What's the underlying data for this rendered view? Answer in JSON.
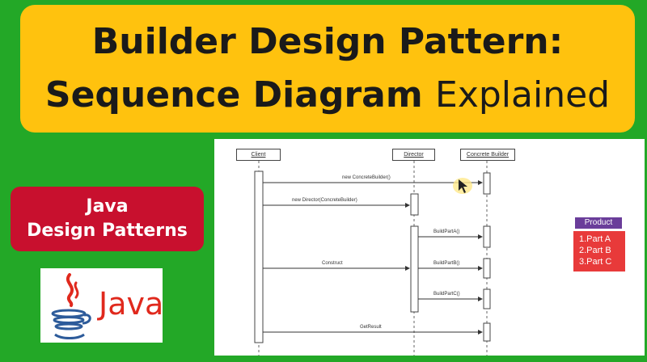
{
  "title": {
    "line1": "Builder Design Pattern:",
    "line2_bold": "Sequence Diagram",
    "line2_light": "Explained"
  },
  "series": {
    "line1": "Java",
    "line2": "Design Patterns"
  },
  "logo": {
    "text": "Java",
    "icon": "java-coffee-cup-icon"
  },
  "diagram": {
    "lifelines": [
      "Client",
      "Director",
      "Concrete Builder"
    ],
    "messages": [
      "new ConcreteBuilder()",
      "new Director(ConcreteBuilder)",
      "BuildPartA()",
      "Construct",
      "BuildPartB()",
      "BuildPartC()",
      "GetResult"
    ]
  },
  "product": {
    "label": "Product",
    "parts": [
      "1.Part A",
      "2.Part B",
      "3.Part C"
    ]
  },
  "colors": {
    "background": "#23a827",
    "title_box": "#ffc20e",
    "series_box": "#c8102e",
    "product_label": "#6a3d9a",
    "product_parts": "#e83a3a"
  }
}
